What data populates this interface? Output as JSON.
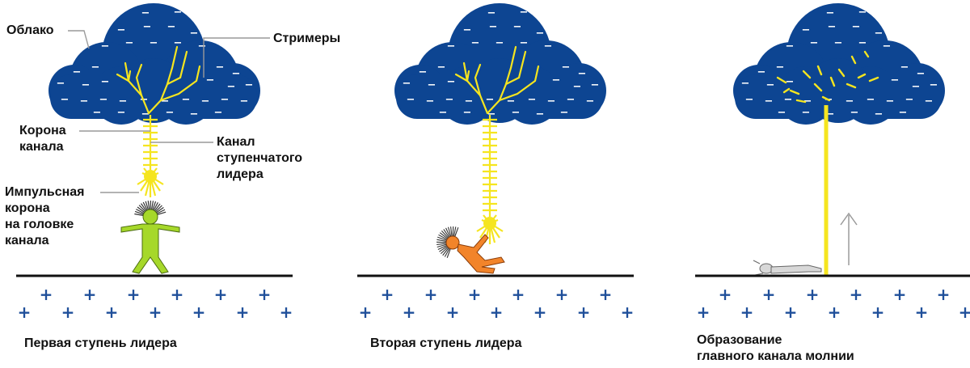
{
  "labels": {
    "cloud": "Облако",
    "streamers": "Стримеры",
    "corona_line1": "Корона",
    "corona_line2": "канала",
    "leader_line1": "Канал",
    "leader_line2": "ступенчатого",
    "leader_line3": "лидера",
    "impulse_line1": "Импульсная",
    "impulse_line2": "корона",
    "impulse_line3": "на головке",
    "impulse_line4": "канала"
  },
  "captions": {
    "stage1": "Первая ступень лидера",
    "stage2": "Вторая ступень лидера",
    "stage3_line1": "Образование",
    "stage3_line2": "главного канала молнии"
  },
  "symbols": {
    "cloud_charge": "−",
    "ground_charge": "+"
  },
  "colors": {
    "cloud": "#0d4592",
    "lightning": "#f5e51f",
    "ground_line": "#111111",
    "ground_charge": "#1f4f9a",
    "person_green": "#a6d82a",
    "person_orange": "#f2842a",
    "person_grey": "#d8d8d8"
  }
}
